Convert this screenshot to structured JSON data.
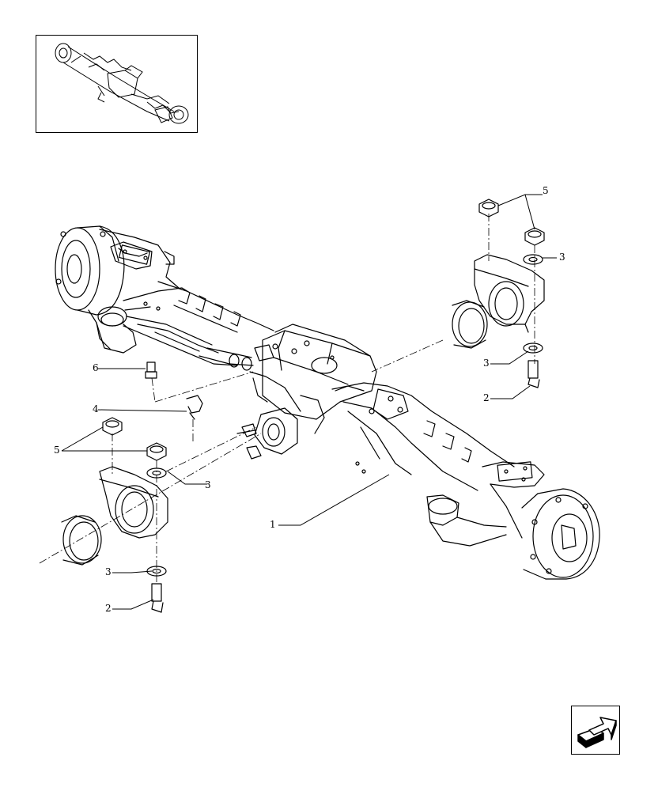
{
  "diagram": {
    "callouts": [
      {
        "id": "c1",
        "text": "1"
      },
      {
        "id": "c2a",
        "text": "2"
      },
      {
        "id": "c2b",
        "text": "2"
      },
      {
        "id": "c3a",
        "text": "3"
      },
      {
        "id": "c3b",
        "text": "3"
      },
      {
        "id": "c3c",
        "text": "3"
      },
      {
        "id": "c3d",
        "text": "3"
      },
      {
        "id": "c4",
        "text": "4"
      },
      {
        "id": "c5a",
        "text": "5"
      },
      {
        "id": "c5b",
        "text": "5"
      },
      {
        "id": "c6",
        "text": "6"
      }
    ]
  },
  "navigation": {
    "icon": "next-page-arrow-icon"
  },
  "colors": {
    "line": "#000000",
    "background": "#ffffff"
  }
}
